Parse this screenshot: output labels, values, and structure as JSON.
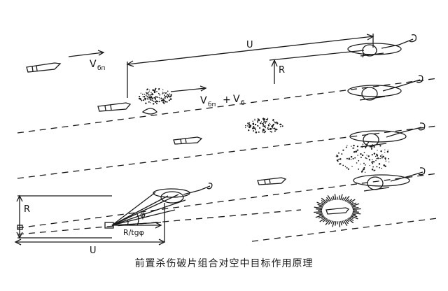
{
  "labels": {
    "u_top": "U",
    "r_top": "R",
    "v_shell": "V",
    "v_shell_sub": "бп",
    "v_sum_a": "V",
    "v_sum_a_sub": "бп",
    "v_sum_plus": "+",
    "v_sum_b": "V",
    "v_sum_b_sub": "б",
    "r_bottom": "R",
    "u_bottom": "U",
    "phi": "φ",
    "r_over_tg": "R/tgφ"
  },
  "caption": "前置杀伤破片组合对空中目标作用原理",
  "colors": {
    "ink": "#1a1a1a"
  }
}
